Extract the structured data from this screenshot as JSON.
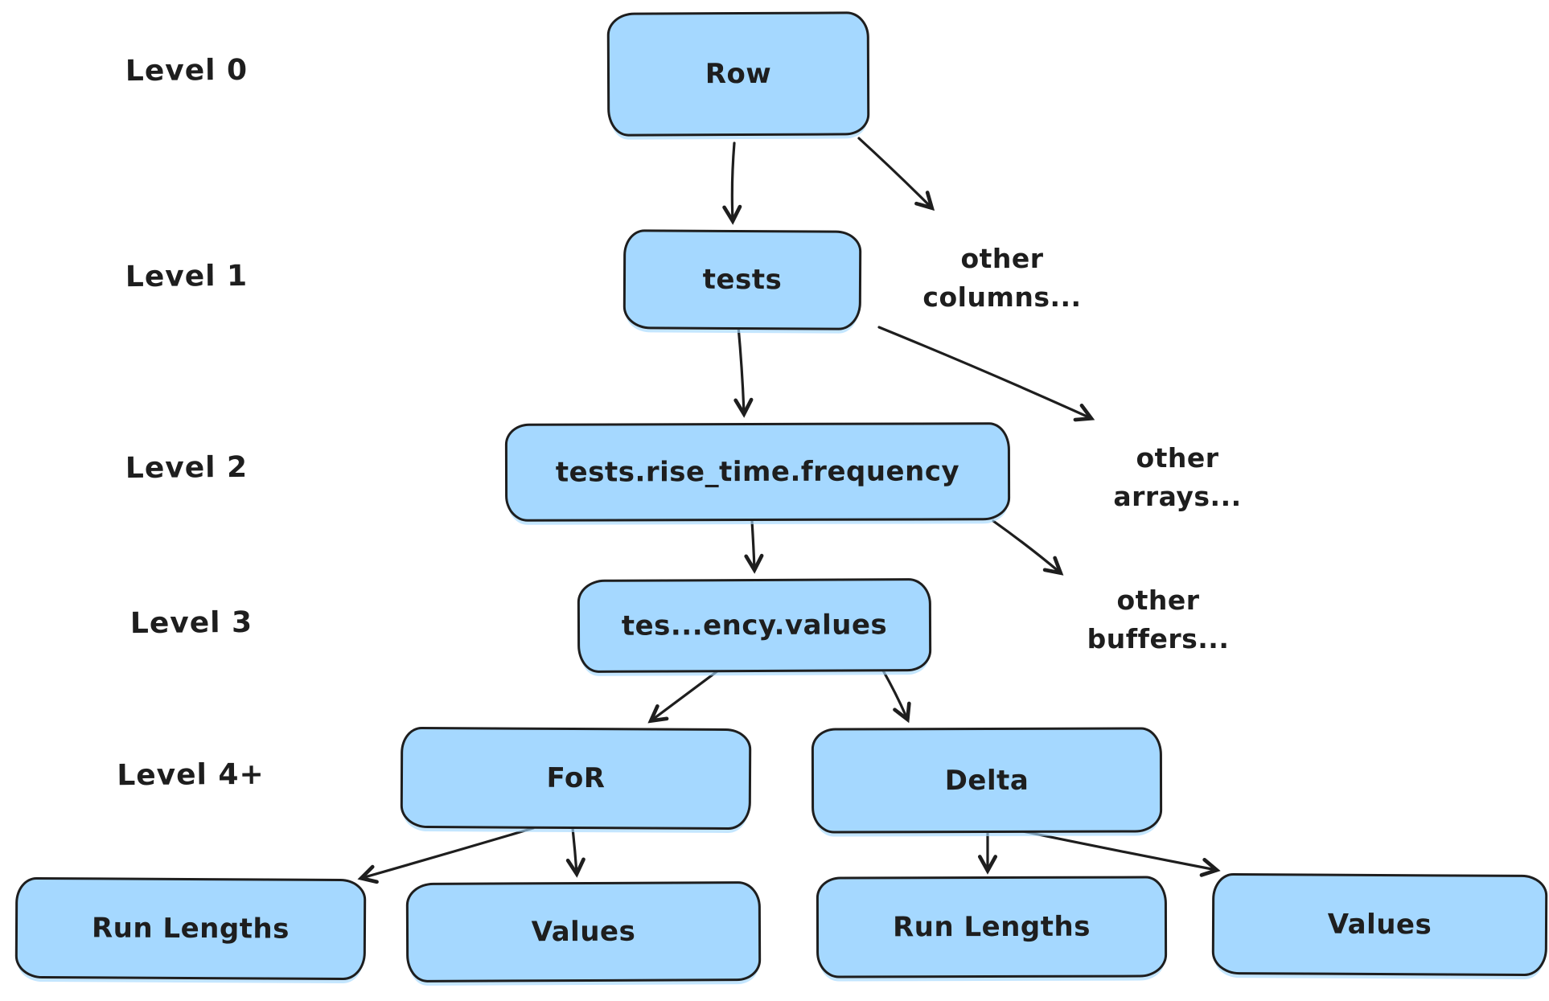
{
  "diagram": {
    "title_hint": "hierarchical tree of buffers",
    "colors": {
      "node_fill": "#a5d8ff",
      "stroke": "#1e1e1e",
      "background": "#ffffff"
    },
    "levels": {
      "l0": {
        "label": "Level 0"
      },
      "l1": {
        "label": "Level 1"
      },
      "l2": {
        "label": "Level 2"
      },
      "l3": {
        "label": "Level 3"
      },
      "l4": {
        "label": "Level 4+"
      }
    },
    "nodes": {
      "row": {
        "label": "Row"
      },
      "tests": {
        "label": "tests"
      },
      "frequency": {
        "label": "tests.rise_time.frequency"
      },
      "values_buffer": {
        "label": "tes...ency.values"
      },
      "for": {
        "label": "FoR"
      },
      "delta": {
        "label": "Delta"
      },
      "for_run_lengths": {
        "label": "Run Lengths"
      },
      "for_values": {
        "label": "Values"
      },
      "delta_run_lengths": {
        "label": "Run Lengths"
      },
      "delta_values": {
        "label": "Values"
      }
    },
    "annotations": {
      "other_columns": {
        "line1": "other",
        "line2": "columns..."
      },
      "other_arrays": {
        "line1": "other",
        "line2": "arrays..."
      },
      "other_buffers": {
        "line1": "other",
        "line2": "buffers..."
      }
    }
  }
}
